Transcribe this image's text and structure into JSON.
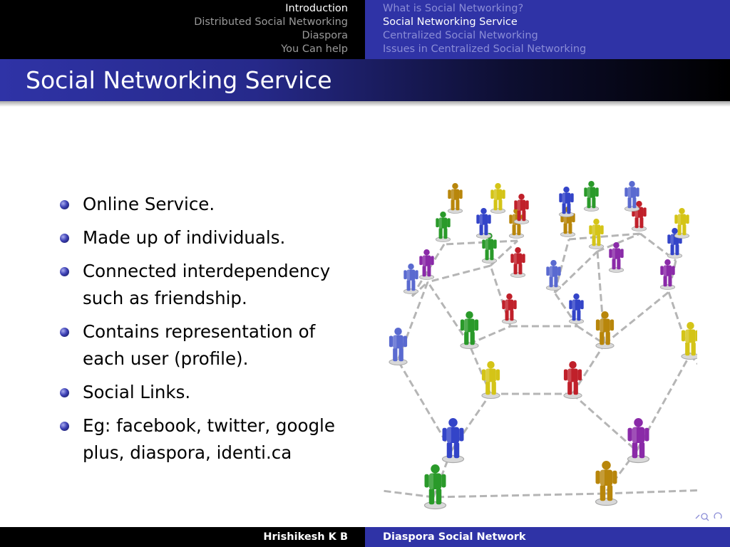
{
  "header": {
    "sections": [
      {
        "label": "Introduction",
        "active": true
      },
      {
        "label": "Distributed Social Networking",
        "active": false
      },
      {
        "label": "Diaspora",
        "active": false
      },
      {
        "label": "You Can help",
        "active": false
      }
    ],
    "subsections": [
      {
        "label": "What is Social Networking?",
        "active": false
      },
      {
        "label": "Social Networking Service",
        "active": true
      },
      {
        "label": "Centralized Social Networking",
        "active": false
      },
      {
        "label": "Issues in Centralized Social Networking",
        "active": false
      }
    ]
  },
  "frame": {
    "title": "Social Networking Service",
    "bullets": [
      "Online Service.",
      "Made up of individuals.",
      "Connected interdependency such as friendship.",
      "Contains representation of each user (profile).",
      "Social Links.",
      "Eg: facebook, twitter, google plus, diaspora, identi.ca"
    ]
  },
  "footer": {
    "author": "Hrishikesh K B",
    "talk_title": "Diaspora Social Network"
  },
  "colors": {
    "structure_blue": "#2f33a6",
    "header_black": "#000000",
    "inactive_sub": "#8a8cd6",
    "inactive_section": "#9a9a9a"
  },
  "illustration": {
    "people_colors": [
      "#2a9a2a",
      "#b8860b",
      "#d4c417",
      "#c0202a",
      "#3344c8",
      "#8a2aa8",
      "#5a6ad0"
    ]
  }
}
